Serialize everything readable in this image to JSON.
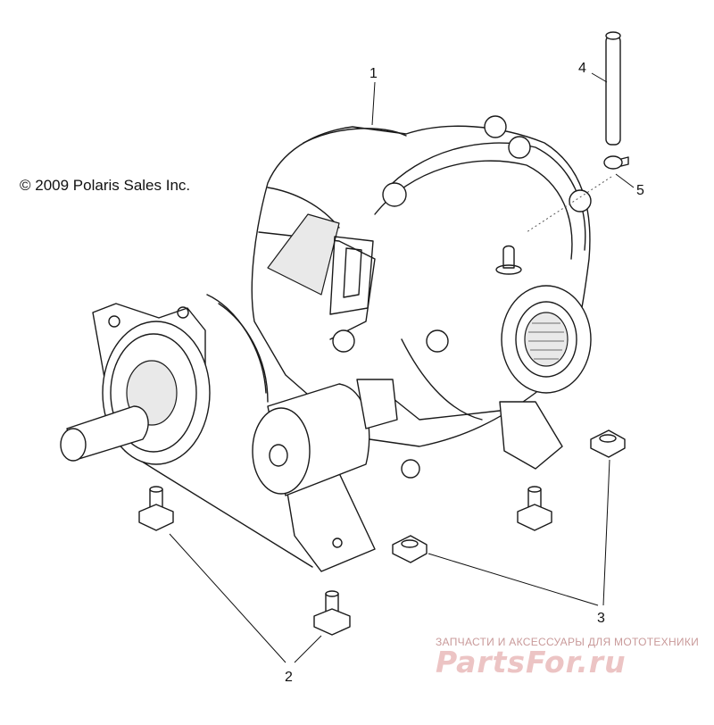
{
  "copyright": "© 2009 Polaris Sales Inc.",
  "callouts": [
    "1",
    "2",
    "3",
    "4",
    "5"
  ],
  "watermark": {
    "tagline": "ЗАПЧАСТИ И АКСЕССУАРЫ ДЛЯ МОТОТЕХНИКИ",
    "logo": "PartsFor.ru"
  }
}
